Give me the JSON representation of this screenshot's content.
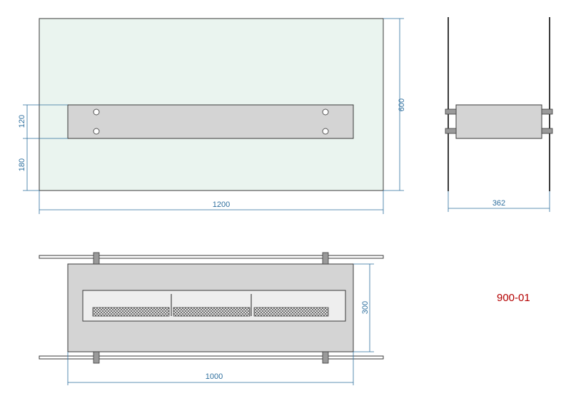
{
  "colors": {
    "dimension": "#2e6f9e",
    "glass": "#eaf4ef",
    "steel": "#d4d4d4",
    "outline": "#3a3a3a",
    "code": "#b40000"
  },
  "front_view": {
    "dim_width": "1200",
    "dim_height": "600",
    "dim_burner_height": "120",
    "dim_burner_offset": "180"
  },
  "side_view": {
    "dim_depth": "362"
  },
  "top_view": {
    "dim_length": "1000",
    "dim_depth": "300"
  },
  "model_code": "900-01"
}
